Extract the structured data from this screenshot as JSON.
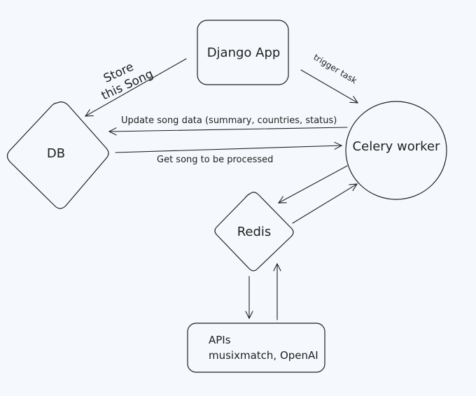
{
  "nodes": {
    "django_app": "Django App",
    "db": "DB",
    "celery_worker": "Celery worker",
    "redis": "Redis",
    "apis_title": "APIs",
    "apis_subtitle": "musixmatch, OpenAI"
  },
  "edges": {
    "store_line1": "Store",
    "store_line2": "this Song",
    "trigger_task": "trigger task",
    "update_song": "Update song data (summary, countries, status)",
    "get_song": "Get song to be processed"
  },
  "colors": {
    "background": "#f5f9fd",
    "stroke": "#1e1e1e"
  }
}
